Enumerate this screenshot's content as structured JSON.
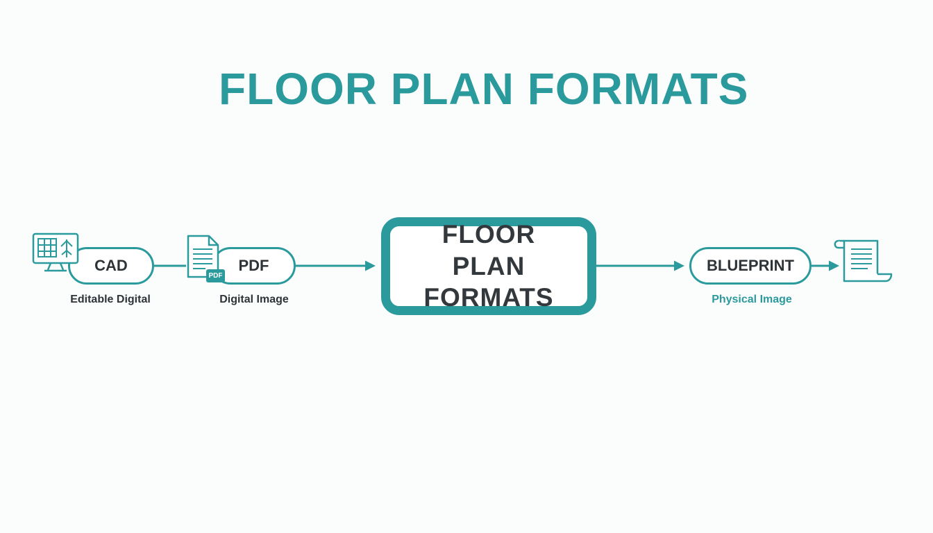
{
  "title": "FLOOR PLAN FORMATS",
  "nodes": {
    "cad": {
      "label": "CAD",
      "caption": "Editable Digital"
    },
    "pdf": {
      "label": "PDF",
      "caption": "Digital Image",
      "icon_tag": "PDF"
    },
    "center": {
      "label": "FLOOR PLAN FORMATS"
    },
    "blueprint": {
      "label": "BLUEPRINT",
      "caption": "Physical Image"
    }
  },
  "icons": [
    "monitor-floorplan-icon",
    "pdf-document-icon",
    "scroll-document-icon"
  ],
  "colors": {
    "accent": "#2b9a9c",
    "text": "#2e3338",
    "background": "#fbfcfc"
  }
}
